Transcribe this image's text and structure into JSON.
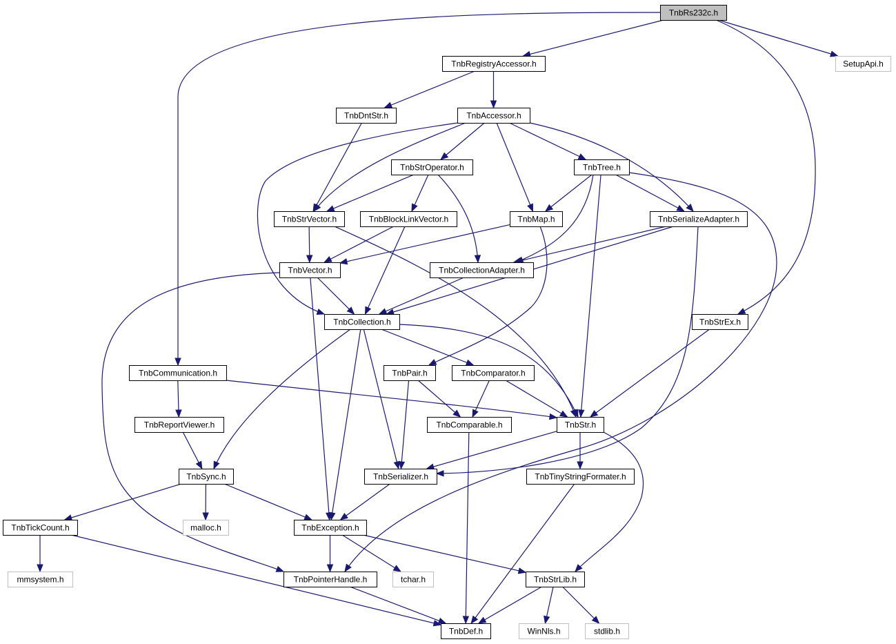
{
  "colors": {
    "edge": "#191970",
    "root_fill": "#bfbfbf",
    "external_stroke": "#bfbfbf",
    "node_stroke": "#000000"
  },
  "nodes": [
    {
      "id": "rs232c",
      "label": "TnbRs232c.h",
      "kind": "root"
    },
    {
      "id": "regacc",
      "label": "TnbRegistryAccessor.h",
      "kind": "file"
    },
    {
      "id": "setupapi",
      "label": "SetupApi.h",
      "kind": "external"
    },
    {
      "id": "dntstr",
      "label": "TnbDntStr.h",
      "kind": "file"
    },
    {
      "id": "accessor",
      "label": "TnbAccessor.h",
      "kind": "file"
    },
    {
      "id": "stroperator",
      "label": "TnbStrOperator.h",
      "kind": "file"
    },
    {
      "id": "tree",
      "label": "TnbTree.h",
      "kind": "file"
    },
    {
      "id": "strvector",
      "label": "TnbStrVector.h",
      "kind": "file"
    },
    {
      "id": "blocklink",
      "label": "TnbBlockLinkVector.h",
      "kind": "file"
    },
    {
      "id": "map",
      "label": "TnbMap.h",
      "kind": "file"
    },
    {
      "id": "seradapter",
      "label": "TnbSerializeAdapter.h",
      "kind": "file"
    },
    {
      "id": "vector",
      "label": "TnbVector.h",
      "kind": "file"
    },
    {
      "id": "coladapter",
      "label": "TnbCollectionAdapter.h",
      "kind": "file"
    },
    {
      "id": "collection",
      "label": "TnbCollection.h",
      "kind": "file"
    },
    {
      "id": "strex",
      "label": "TnbStrEx.h",
      "kind": "file"
    },
    {
      "id": "communication",
      "label": "TnbCommunication.h",
      "kind": "file"
    },
    {
      "id": "pair",
      "label": "TnbPair.h",
      "kind": "file"
    },
    {
      "id": "comparator",
      "label": "TnbComparator.h",
      "kind": "file"
    },
    {
      "id": "reportviewer",
      "label": "TnbReportViewer.h",
      "kind": "file"
    },
    {
      "id": "comparable",
      "label": "TnbComparable.h",
      "kind": "file"
    },
    {
      "id": "str",
      "label": "TnbStr.h",
      "kind": "file"
    },
    {
      "id": "sync",
      "label": "TnbSync.h",
      "kind": "file"
    },
    {
      "id": "serializer",
      "label": "TnbSerializer.h",
      "kind": "file"
    },
    {
      "id": "tinyfmt",
      "label": "TnbTinyStringFormater.h",
      "kind": "file"
    },
    {
      "id": "tickcount",
      "label": "TnbTickCount.h",
      "kind": "file"
    },
    {
      "id": "malloc",
      "label": "malloc.h",
      "kind": "external"
    },
    {
      "id": "exception",
      "label": "TnbException.h",
      "kind": "file"
    },
    {
      "id": "mmsystem",
      "label": "mmsystem.h",
      "kind": "external"
    },
    {
      "id": "pointerhandle",
      "label": "TnbPointerHandle.h",
      "kind": "file"
    },
    {
      "id": "tchar",
      "label": "tchar.h",
      "kind": "external"
    },
    {
      "id": "strlib",
      "label": "TnbStrLib.h",
      "kind": "file"
    },
    {
      "id": "def",
      "label": "TnbDef.h",
      "kind": "file"
    },
    {
      "id": "winnls",
      "label": "WinNls.h",
      "kind": "external"
    },
    {
      "id": "stdlib",
      "label": "stdlib.h",
      "kind": "external"
    }
  ],
  "edges": [
    {
      "from": "rs232c",
      "to": "regacc"
    },
    {
      "from": "rs232c",
      "to": "setupapi"
    },
    {
      "from": "rs232c",
      "to": "strex"
    },
    {
      "from": "rs232c",
      "to": "communication"
    },
    {
      "from": "regacc",
      "to": "dntstr"
    },
    {
      "from": "regacc",
      "to": "accessor"
    },
    {
      "from": "dntstr",
      "to": "strvector"
    },
    {
      "from": "accessor",
      "to": "stroperator"
    },
    {
      "from": "accessor",
      "to": "tree"
    },
    {
      "from": "accessor",
      "to": "strvector"
    },
    {
      "from": "accessor",
      "to": "map"
    },
    {
      "from": "accessor",
      "to": "seradapter"
    },
    {
      "from": "accessor",
      "to": "collection"
    },
    {
      "from": "stroperator",
      "to": "strvector"
    },
    {
      "from": "stroperator",
      "to": "blocklink"
    },
    {
      "from": "stroperator",
      "to": "coladapter"
    },
    {
      "from": "tree",
      "to": "map"
    },
    {
      "from": "tree",
      "to": "seradapter"
    },
    {
      "from": "tree",
      "to": "coladapter"
    },
    {
      "from": "tree",
      "to": "str"
    },
    {
      "from": "tree",
      "to": "pointerhandle"
    },
    {
      "from": "strvector",
      "to": "vector"
    },
    {
      "from": "strvector",
      "to": "str"
    },
    {
      "from": "blocklink",
      "to": "vector"
    },
    {
      "from": "blocklink",
      "to": "collection"
    },
    {
      "from": "map",
      "to": "vector"
    },
    {
      "from": "map",
      "to": "pair"
    },
    {
      "from": "seradapter",
      "to": "coladapter"
    },
    {
      "from": "seradapter",
      "to": "collection"
    },
    {
      "from": "seradapter",
      "to": "serializer"
    },
    {
      "from": "vector",
      "to": "collection"
    },
    {
      "from": "vector",
      "to": "exception"
    },
    {
      "from": "vector",
      "to": "pointerhandle"
    },
    {
      "from": "coladapter",
      "to": "collection"
    },
    {
      "from": "collection",
      "to": "comparator"
    },
    {
      "from": "collection",
      "to": "str"
    },
    {
      "from": "collection",
      "to": "sync"
    },
    {
      "from": "collection",
      "to": "serializer"
    },
    {
      "from": "collection",
      "to": "exception"
    },
    {
      "from": "strex",
      "to": "str"
    },
    {
      "from": "communication",
      "to": "reportviewer"
    },
    {
      "from": "communication",
      "to": "str"
    },
    {
      "from": "pair",
      "to": "comparable"
    },
    {
      "from": "pair",
      "to": "serializer"
    },
    {
      "from": "comparator",
      "to": "comparable"
    },
    {
      "from": "comparator",
      "to": "str"
    },
    {
      "from": "reportviewer",
      "to": "sync"
    },
    {
      "from": "comparable",
      "to": "def"
    },
    {
      "from": "str",
      "to": "serializer"
    },
    {
      "from": "str",
      "to": "tinyfmt"
    },
    {
      "from": "str",
      "to": "strlib"
    },
    {
      "from": "sync",
      "to": "tickcount"
    },
    {
      "from": "sync",
      "to": "malloc"
    },
    {
      "from": "sync",
      "to": "exception"
    },
    {
      "from": "serializer",
      "to": "exception"
    },
    {
      "from": "tinyfmt",
      "to": "def"
    },
    {
      "from": "tickcount",
      "to": "mmsystem"
    },
    {
      "from": "tickcount",
      "to": "def"
    },
    {
      "from": "exception",
      "to": "pointerhandle"
    },
    {
      "from": "exception",
      "to": "tchar"
    },
    {
      "from": "exception",
      "to": "strlib"
    },
    {
      "from": "pointerhandle",
      "to": "def"
    },
    {
      "from": "strlib",
      "to": "def"
    },
    {
      "from": "strlib",
      "to": "winnls"
    },
    {
      "from": "strlib",
      "to": "stdlib"
    }
  ]
}
